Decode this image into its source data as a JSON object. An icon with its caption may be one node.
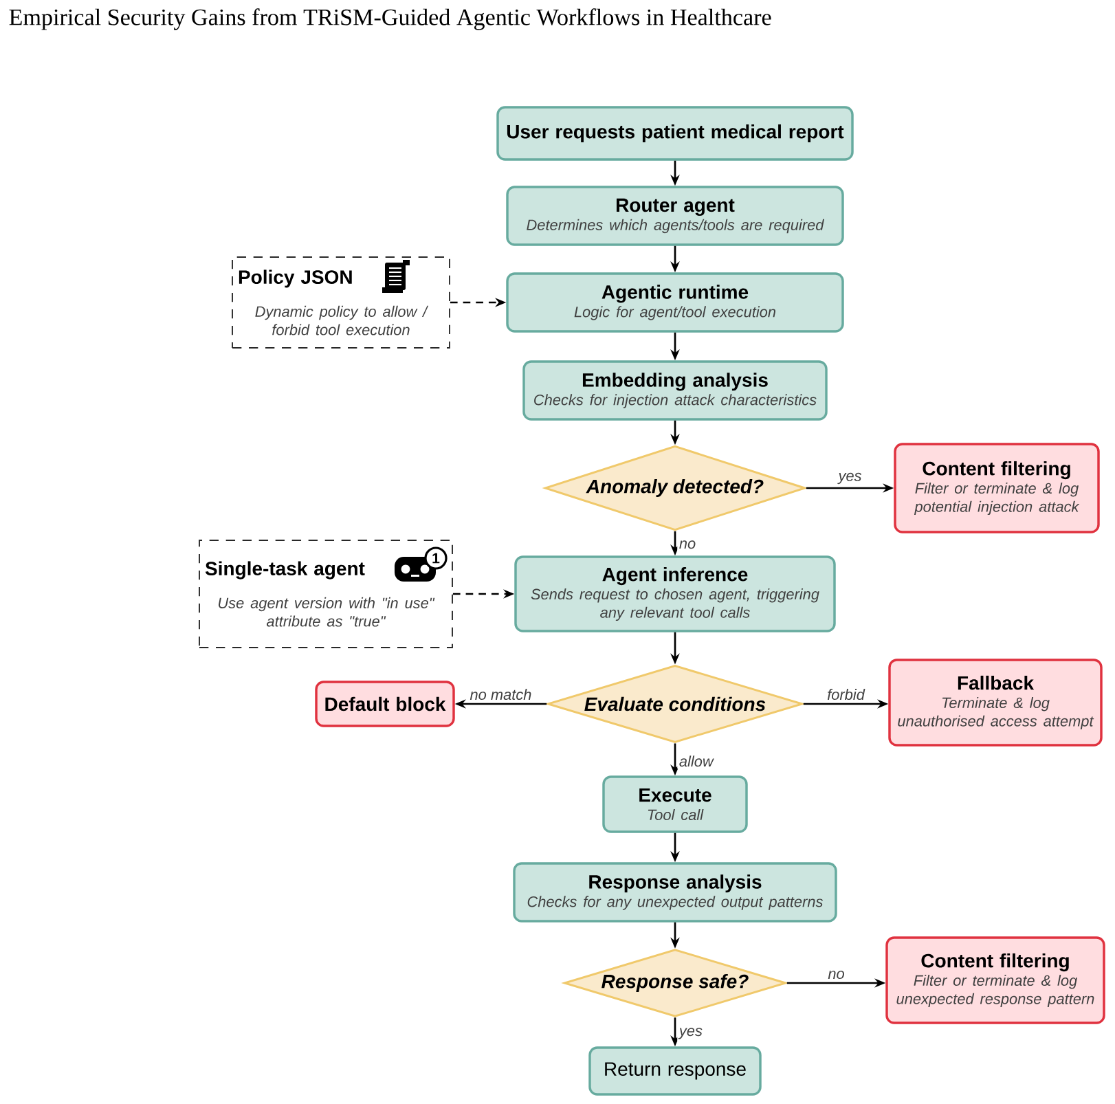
{
  "diagram": {
    "title": "Empirical Security Gains from TRiSM-Guided Agentic Workflows in Healthcare",
    "nodes": [
      {
        "text": [
          "User requests patient medical report"
        ]
      },
      {
        "text": [
          "Router agent",
          "Determines which agents/tools are required"
        ]
      },
      {
        "text": [
          "Policy JSON",
          "Dynamic policy to allow / forbid tool execution"
        ]
      },
      {
        "text": [
          "Agentic runtime",
          "Logic for agent/tool execution"
        ]
      },
      {
        "text": [
          "Embedding analysis",
          "Checks for injection attack characteristics"
        ]
      },
      {
        "text": [
          "Anomaly detected?"
        ]
      },
      {
        "text": [
          "Content filtering",
          "Filter or terminate & log potential injection attack"
        ]
      },
      {
        "text": [
          "Single-task agent",
          "Use agent version with \"in use\" attribute as \"true\""
        ]
      },
      {
        "text": [
          "Agent inference",
          "Sends request to chosen agent, triggering any relevant tool calls"
        ]
      },
      {
        "text": [
          "Default block"
        ]
      },
      {
        "text": [
          "Evaluate conditions"
        ]
      },
      {
        "text": [
          "Fallback",
          "Terminate & log unauthorised access attempt"
        ]
      },
      {
        "text": [
          "Execute",
          "Tool call"
        ]
      },
      {
        "text": [
          "Response analysis",
          "Checks for any unexpected output patterns"
        ]
      },
      {
        "text": [
          "Response safe?"
        ]
      },
      {
        "text": [
          "Content filtering",
          "Filter or terminate & log unexpected response pattern"
        ]
      },
      {
        "text": [
          "Return response"
        ]
      }
    ],
    "edges": [
      {
        "from": 0,
        "to": 1,
        "arrow": "to"
      },
      {
        "from": 1,
        "to": 3,
        "arrow": "to"
      },
      {
        "from": 2,
        "to": 3,
        "arrow": "to",
        "style": "dashed"
      },
      {
        "from": 3,
        "to": 4,
        "arrow": "to"
      },
      {
        "from": 4,
        "to": 5,
        "arrow": "to"
      },
      {
        "from": 5,
        "to": 6,
        "arrow": "to",
        "label": "yes"
      },
      {
        "from": 5,
        "to": 8,
        "arrow": "to",
        "label": "no"
      },
      {
        "from": 7,
        "to": 8,
        "arrow": "to",
        "style": "dashed"
      },
      {
        "from": 8,
        "to": 10,
        "arrow": "to"
      },
      {
        "from": 10,
        "to": 9,
        "arrow": "to",
        "label": "no match"
      },
      {
        "from": 10,
        "to": 11,
        "arrow": "to",
        "label": "forbid"
      },
      {
        "from": 10,
        "to": 12,
        "arrow": "to",
        "label": "allow"
      },
      {
        "from": 12,
        "to": 13,
        "arrow": "to"
      },
      {
        "from": 13,
        "to": 14,
        "arrow": "to"
      },
      {
        "from": 14,
        "to": 15,
        "arrow": "to",
        "label": "no"
      },
      {
        "from": 14,
        "to": 16,
        "arrow": "to",
        "label": "yes"
      }
    ],
    "labels": [
      "1"
    ]
  }
}
